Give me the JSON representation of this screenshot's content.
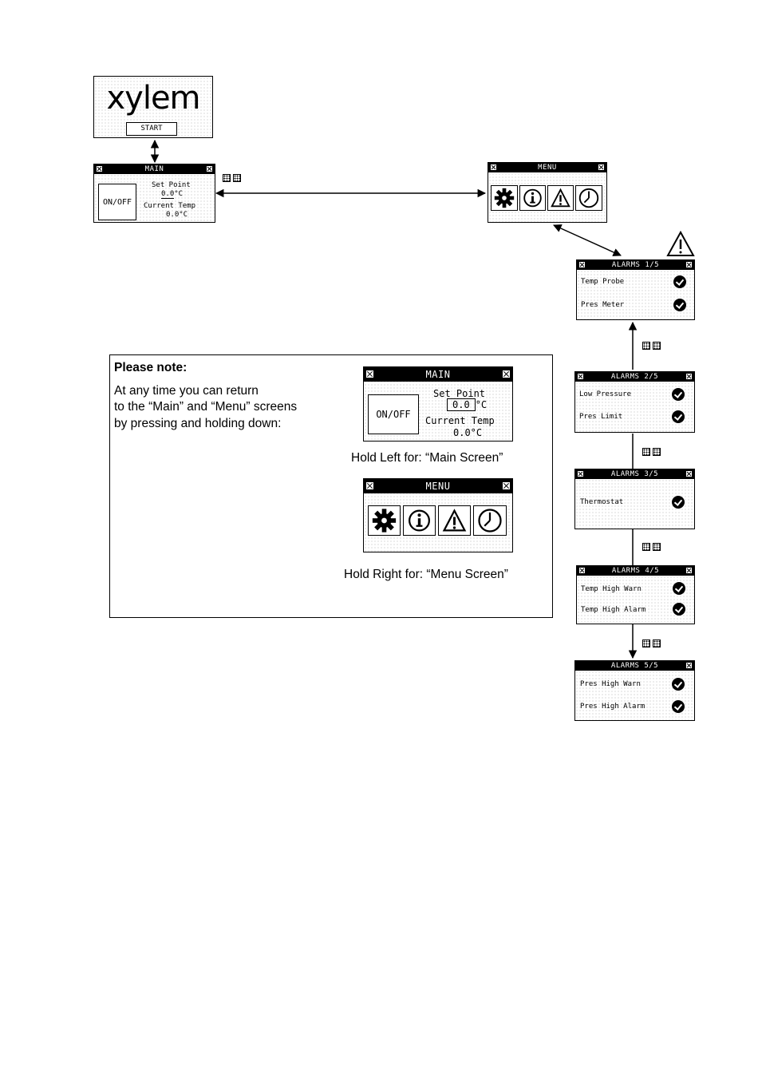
{
  "logo": {
    "text": "xylem",
    "start_label": "START"
  },
  "main_screen": {
    "title": "MAIN",
    "onoff_label": "ON/OFF",
    "setpoint_label": "Set Point",
    "setpoint_value": "0.0",
    "setpoint_unit": "°C",
    "current_label": "Current Temp",
    "current_value": "0.0°C"
  },
  "menu_screen": {
    "title": "MENU",
    "icons": [
      "gear-icon",
      "info-icon",
      "warning-icon",
      "clock-icon"
    ]
  },
  "alarm_screens": [
    {
      "title": "ALARMS 1/5",
      "items": [
        "Temp Probe",
        "Pres Meter"
      ]
    },
    {
      "title": "ALARMS 2/5",
      "items": [
        "Low Pressure",
        "Pres Limit"
      ]
    },
    {
      "title": "ALARMS 3/5",
      "items": [
        "Thermostat"
      ]
    },
    {
      "title": "ALARMS 4/5",
      "items": [
        "Temp High Warn",
        "Temp High Alarm"
      ]
    },
    {
      "title": "ALARMS 5/5",
      "items": [
        "Pres High Warn",
        "Pres High Alarm"
      ]
    }
  ],
  "note": {
    "heading": "Please note:",
    "line1": "At any time you can return",
    "line2": "to the “Main” and “Menu” screens",
    "line3": "by pressing and holding down:",
    "caption_main": "Hold Left for: “Main Screen”",
    "caption_menu": "Hold Right for: “Menu Screen”"
  }
}
